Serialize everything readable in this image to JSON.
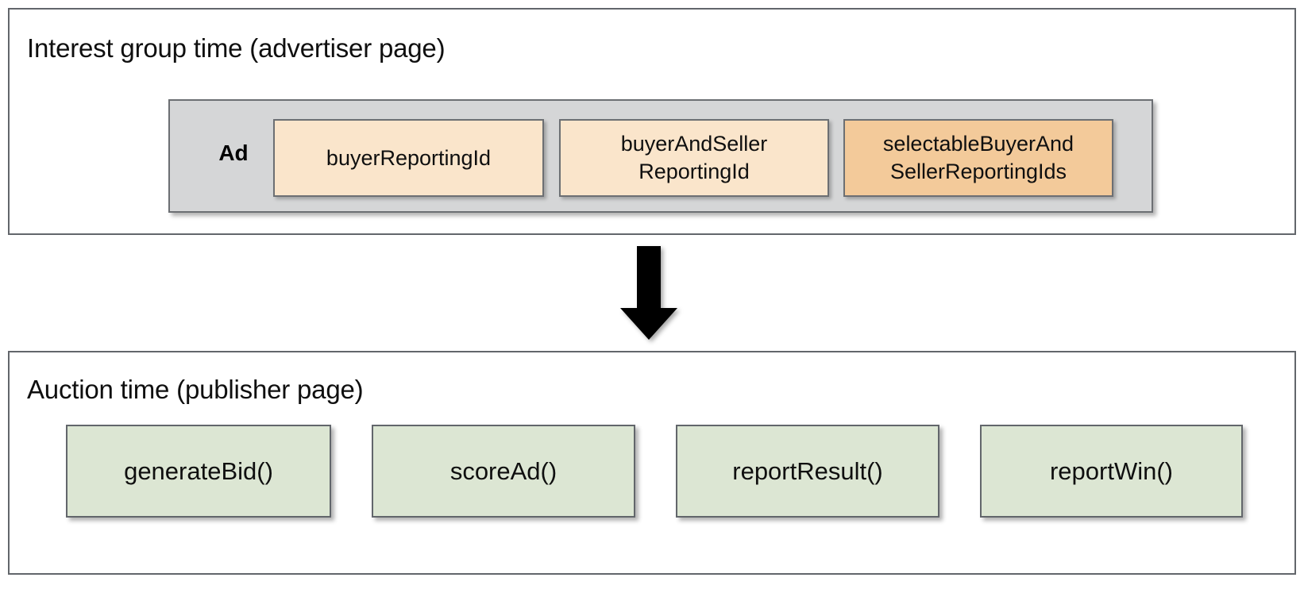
{
  "diagram": {
    "type": "flow",
    "direction": "top-to-bottom",
    "panels": [
      {
        "id": "advertiser",
        "title": "Interest group time (advertiser page)",
        "group": {
          "label": "Ad",
          "fill": "#d5d6d7",
          "items": [
            {
              "label": "buyerReportingId",
              "fill": "#fae5cb",
              "tone": "light"
            },
            {
              "label": "buyerAndSeller\nReportingId",
              "line1": "buyerAndSeller",
              "line2": "ReportingId",
              "fill": "#fae5cb",
              "tone": "light"
            },
            {
              "label": "selectableBuyerAnd\nSellerReportingIds",
              "line1": "selectableBuyerAnd",
              "line2": "SellerReportingIds",
              "fill": "#f3ca9a",
              "tone": "dark"
            }
          ]
        }
      },
      {
        "id": "auction",
        "title": "Auction time (publisher page)",
        "items": [
          {
            "label": "generateBid()",
            "fill": "#dce6d3"
          },
          {
            "label": "scoreAd()",
            "fill": "#dce6d3"
          },
          {
            "label": "reportResult()",
            "fill": "#dce6d3"
          },
          {
            "label": "reportWin()",
            "fill": "#dce6d3"
          }
        ]
      }
    ],
    "connector": {
      "name": "down-arrow-icon",
      "from": "advertiser",
      "to": "auction",
      "color": "#000000"
    },
    "colors": {
      "panel_border": "#62666b",
      "group_fill": "#d5d6d7",
      "group_border": "#6c6f73",
      "reporting_id_light": "#fae5cb",
      "reporting_id_highlight": "#f3ca9a",
      "function_fill": "#dce6d3",
      "text": "#0f0f0f",
      "background": "#ffffff"
    }
  }
}
